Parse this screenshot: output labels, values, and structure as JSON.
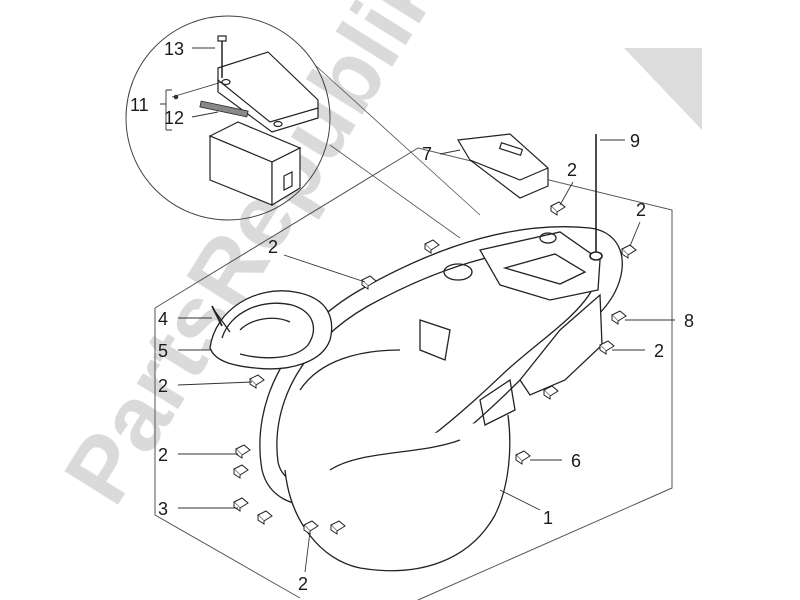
{
  "watermark": {
    "text": "PartsRepublik",
    "color": "#cfcfcf"
  },
  "colors": {
    "line": "#333333",
    "frame": "#555555"
  },
  "callouts": [
    {
      "id": "c13",
      "label": "13"
    },
    {
      "id": "c11",
      "label": "11"
    },
    {
      "id": "c12",
      "label": "12"
    },
    {
      "id": "c7",
      "label": "7"
    },
    {
      "id": "c9",
      "label": "9"
    },
    {
      "id": "c2a",
      "label": "2"
    },
    {
      "id": "c2b",
      "label": "2"
    },
    {
      "id": "c2c",
      "label": "2"
    },
    {
      "id": "c8",
      "label": "8"
    },
    {
      "id": "c2d",
      "label": "2"
    },
    {
      "id": "c4",
      "label": "4"
    },
    {
      "id": "c5",
      "label": "5"
    },
    {
      "id": "c2e",
      "label": "2"
    },
    {
      "id": "c2f",
      "label": "2"
    },
    {
      "id": "c6",
      "label": "6"
    },
    {
      "id": "c3",
      "label": "3"
    },
    {
      "id": "c1",
      "label": "1"
    },
    {
      "id": "c2g",
      "label": "2"
    }
  ]
}
